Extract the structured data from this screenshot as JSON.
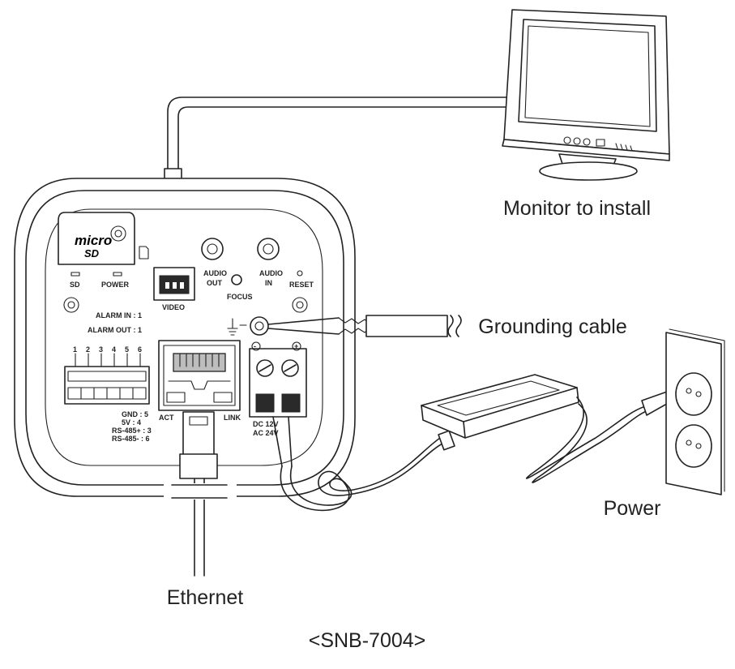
{
  "labels": {
    "monitor": "Monitor to install",
    "grounding": "Grounding cable",
    "power": "Power",
    "ethernet": "Ethernet",
    "model": "<SNB-7004>"
  },
  "panel": {
    "micro": "micro",
    "sd_logo": "SD",
    "sd": "SD",
    "power": "POWER",
    "video": "VIDEO",
    "audio_out_1": "AUDIO",
    "audio_out_2": "OUT",
    "audio_in_1": "AUDIO",
    "audio_in_2": "IN",
    "focus": "FOCUS",
    "reset": "RESET",
    "alarm_in": "ALARM IN : 1",
    "alarm_out": "ALARM OUT : 1",
    "terminals": [
      "1",
      "2",
      "3",
      "4",
      "5",
      "6"
    ],
    "terminal_legend": [
      "GND : 5",
      "5V : 4",
      "RS-485+ : 3",
      "RS-485- : 6"
    ],
    "act": "ACT",
    "link": "LINK",
    "dc": "DC 12V",
    "ac": "AC 24V"
  }
}
